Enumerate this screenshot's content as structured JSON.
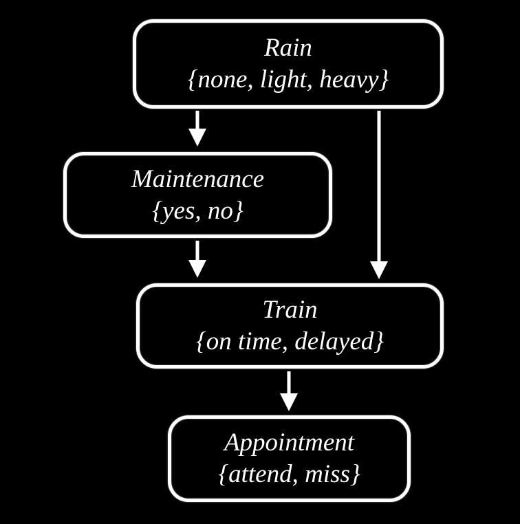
{
  "diagram": {
    "type": "bayesian-network",
    "colors": {
      "background": "#000000",
      "node_fill": "#000000",
      "node_border": "#ffffff",
      "text": "#ffffff",
      "edge": "#ffffff"
    },
    "nodes": [
      {
        "id": "rain",
        "label": "Rain",
        "values": "{none, light, heavy}"
      },
      {
        "id": "maintenance",
        "label": "Maintenance",
        "values": "{yes, no}"
      },
      {
        "id": "train",
        "label": "Train",
        "values": "{on time, delayed}"
      },
      {
        "id": "appointment",
        "label": "Appointment",
        "values": "{attend, miss}"
      }
    ],
    "edges": [
      {
        "from": "rain",
        "to": "maintenance"
      },
      {
        "from": "rain",
        "to": "train"
      },
      {
        "from": "maintenance",
        "to": "train"
      },
      {
        "from": "train",
        "to": "appointment"
      }
    ]
  }
}
